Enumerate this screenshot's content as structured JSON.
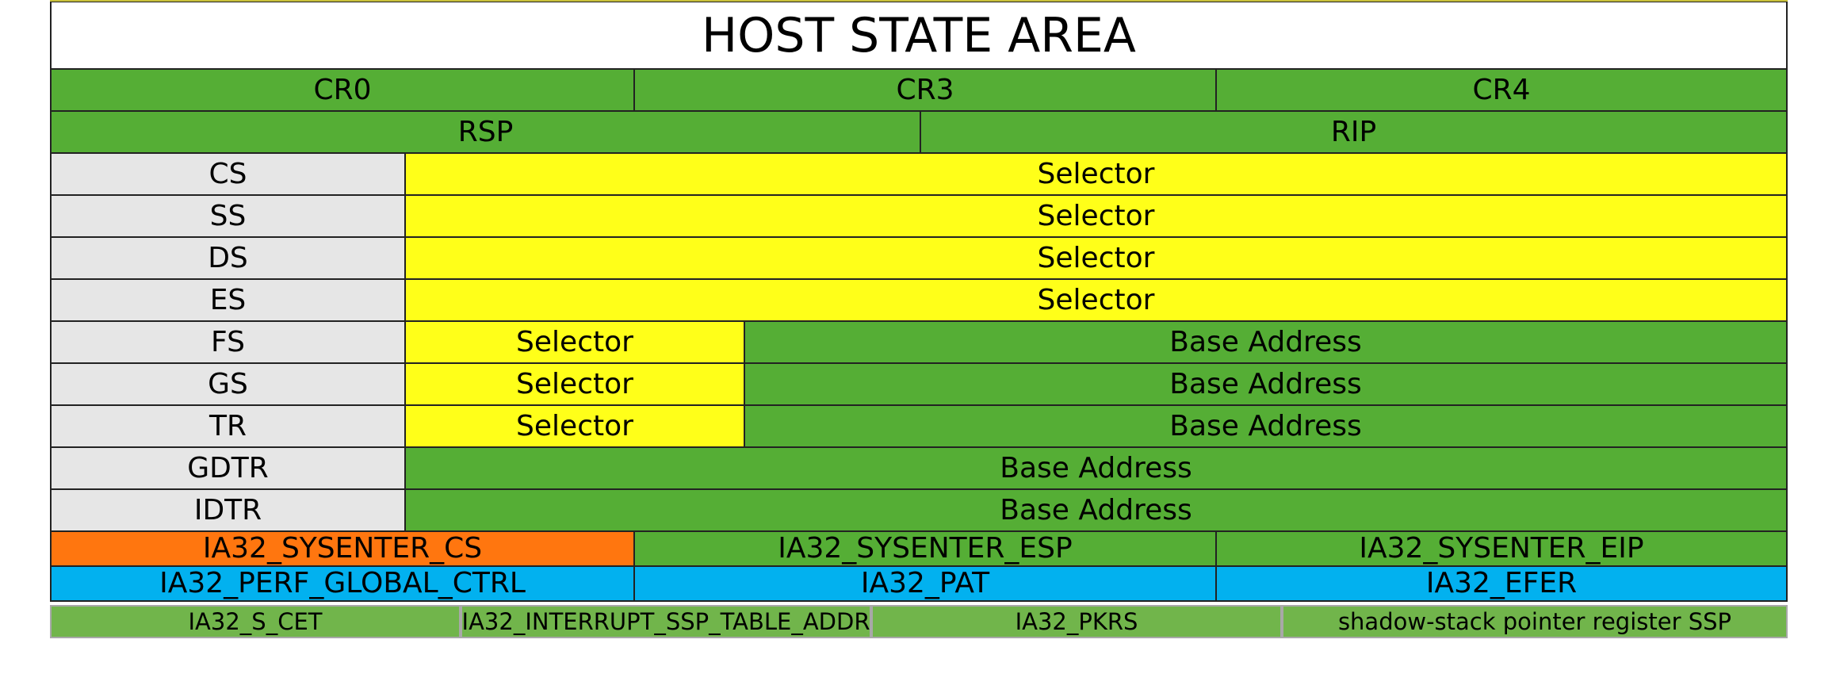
{
  "title": "HOST STATE AREA",
  "control_registers": [
    "CR0",
    "CR3",
    "CR4"
  ],
  "pointers": [
    "RSP",
    "RIP"
  ],
  "segments": [
    {
      "name": "CS",
      "fields": [
        "Selector"
      ]
    },
    {
      "name": "SS",
      "fields": [
        "Selector"
      ]
    },
    {
      "name": "DS",
      "fields": [
        "Selector"
      ]
    },
    {
      "name": "ES",
      "fields": [
        "Selector"
      ]
    },
    {
      "name": "FS",
      "fields": [
        "Selector",
        "Base Address"
      ]
    },
    {
      "name": "GS",
      "fields": [
        "Selector",
        "Base Address"
      ]
    },
    {
      "name": "TR",
      "fields": [
        "Selector",
        "Base Address"
      ]
    },
    {
      "name": "GDTR",
      "fields": [
        "Base Address"
      ]
    },
    {
      "name": "IDTR",
      "fields": [
        "Base Address"
      ]
    }
  ],
  "sysenter_msrs": [
    "IA32_SYSENTER_CS",
    "IA32_SYSENTER_ESP",
    "IA32_SYSENTER_EIP"
  ],
  "other_msrs": [
    "IA32_PERF_GLOBAL_CTRL",
    "IA32_PAT",
    "IA32_EFER"
  ],
  "cet_fields": [
    "IA32_S_CET",
    "IA32_INTERRUPT_SSP_TABLE_ADDR",
    "IA32_PKRS",
    "shadow-stack pointer register SSP"
  ],
  "colors": {
    "register_field": "#55ae35",
    "selector_field": "#ffff19",
    "segment_label": "#e6e6e6",
    "sysenter_cs": "#ff760f",
    "msr_field": "#02b1ef",
    "cet_field": "#71b54b"
  }
}
